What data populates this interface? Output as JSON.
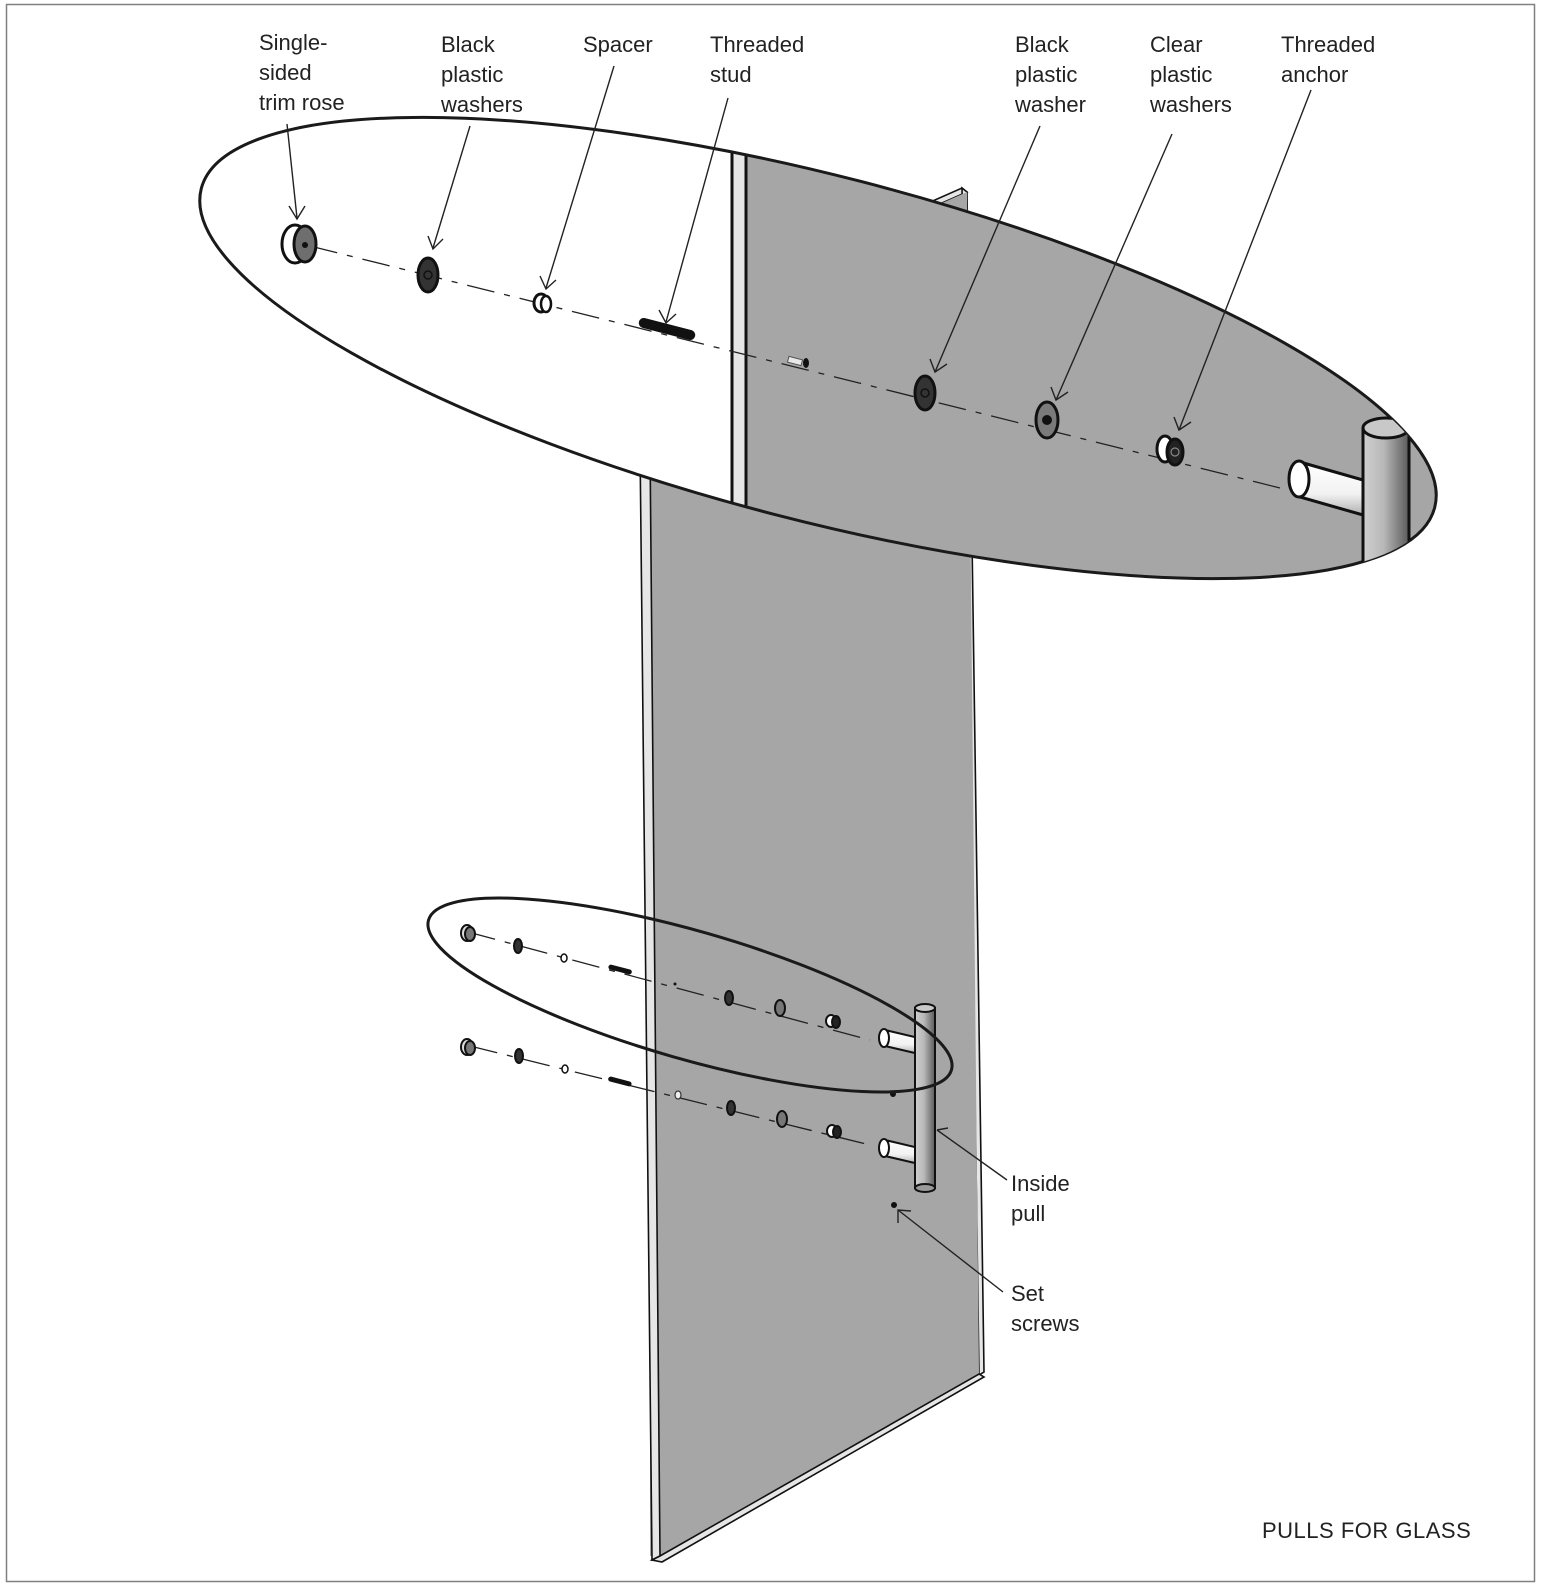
{
  "title": "PULLS FOR GLASS",
  "colors": {
    "glass": "#a6a6a6",
    "glass_edge": "#e6e6e6",
    "line": "#1a1a1a",
    "frame": "#808080",
    "background": "#ffffff"
  },
  "labels": {
    "trim_rose": [
      "Single-",
      "sided",
      "trim rose"
    ],
    "black_washers": [
      "Black",
      "plastic",
      "washers"
    ],
    "spacer": [
      "Spacer"
    ],
    "threaded_stud": [
      "Threaded",
      "stud"
    ],
    "black_washer": [
      "Black",
      "plastic",
      "washer"
    ],
    "clear_washers": [
      "Clear",
      "plastic",
      "washers"
    ],
    "threaded_anchor": [
      "Threaded",
      "anchor"
    ],
    "inside_pull": [
      "Inside",
      "pull"
    ],
    "set_screws": [
      "Set",
      "screws"
    ]
  },
  "components": [
    "trim-rose",
    "black-plastic-washer",
    "spacer",
    "threaded-stud",
    "glass-hole",
    "black-plastic-washer",
    "clear-plastic-washer",
    "threaded-anchor",
    "inside-pull"
  ]
}
